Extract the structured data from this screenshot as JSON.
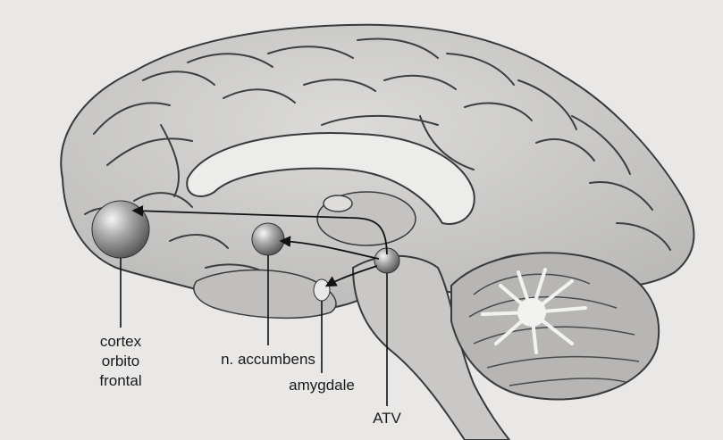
{
  "labels": {
    "cortex": [
      "cortex",
      "orbito",
      "frontal"
    ],
    "accumbens": "n. accumbens",
    "amygdale": "amygdale",
    "atv": "ATV"
  },
  "colors": {
    "paper": "#e9e8e6",
    "brain_fill": "#d2d1cf",
    "gyrus_line": "#3a3a3a",
    "callosum_fill": "#ececeb",
    "brainstem_fill": "#c9c8c6",
    "cerebellum_fill": "#b7b6b4",
    "node_fill": "#9a9a9a",
    "arrow": "#111111"
  },
  "icons": {
    "nodes": [
      "cortex-orbito-frontal-node",
      "n-accumbens-node",
      "amygdale-node",
      "atv-node"
    ]
  }
}
